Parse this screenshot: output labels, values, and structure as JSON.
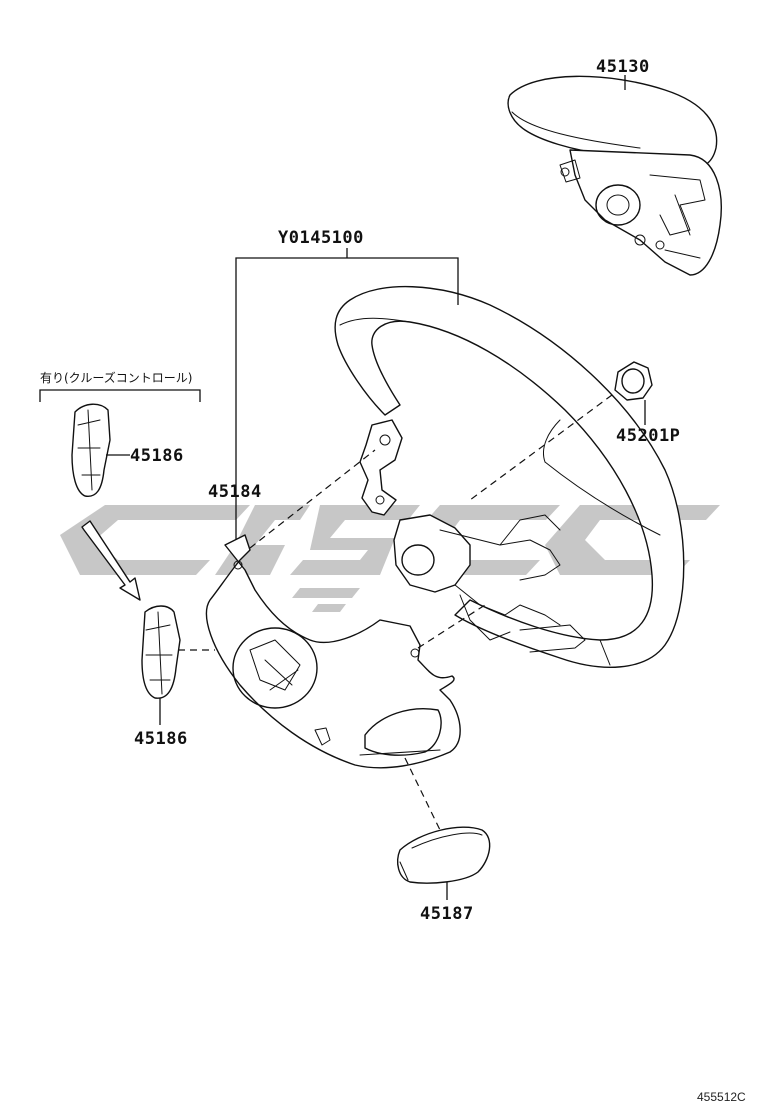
{
  "parts": {
    "horn_pad": "45130",
    "wheel_assembly": "Y0145100",
    "cover_lower": "45184",
    "switch_upper": "45186",
    "switch_lower": "45186",
    "nut": "45201P",
    "cover_bottom": "45187"
  },
  "note": {
    "cruise_control": "有り(クルーズコントロール)"
  },
  "figure_code": "455512C",
  "colors": {
    "line": "#111111",
    "watermark": "#bdbdbd",
    "background": "#ffffff"
  }
}
